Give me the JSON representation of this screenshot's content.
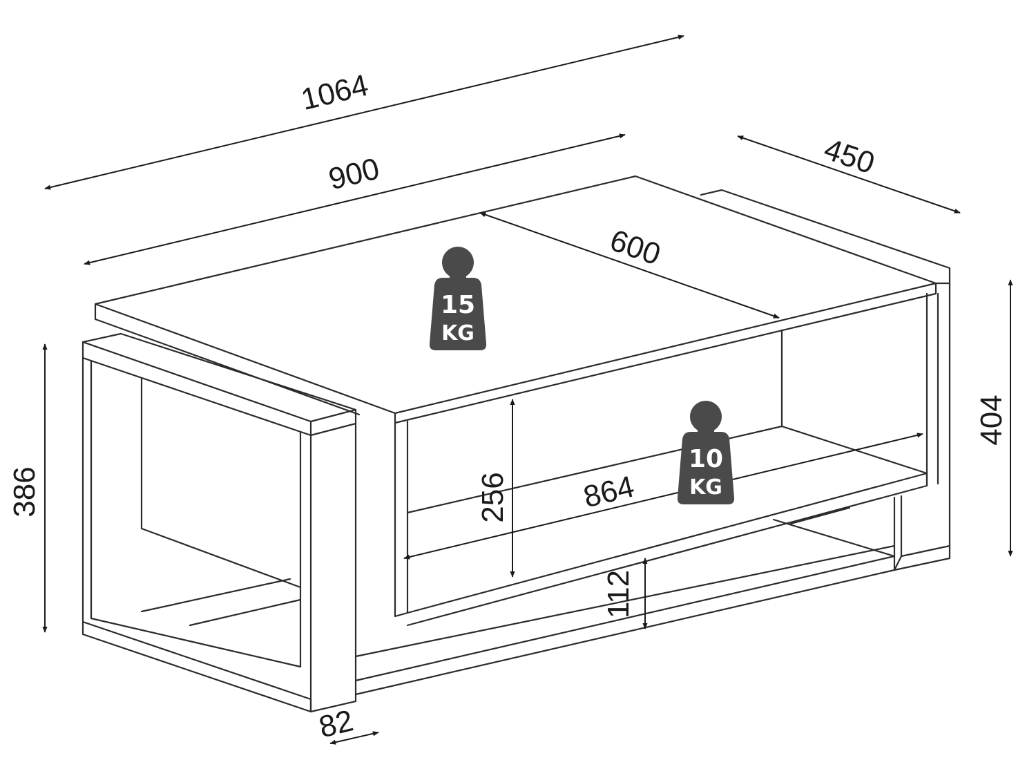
{
  "dimensions": {
    "overall_width": "1064",
    "top_width": "900",
    "depth": "450",
    "top_depth": "600",
    "height_left": "386",
    "height_right": "404",
    "shelf_height": "256",
    "shelf_width": "864",
    "bottom_clearance": "112",
    "leg_thickness": "82"
  },
  "weights": {
    "top": {
      "value": "15",
      "unit": "KG"
    },
    "shelf": {
      "value": "10",
      "unit": "KG"
    }
  },
  "colors": {
    "line": "#2b2b2b",
    "weight_fill": "#4a4a4a",
    "background": "#ffffff"
  }
}
